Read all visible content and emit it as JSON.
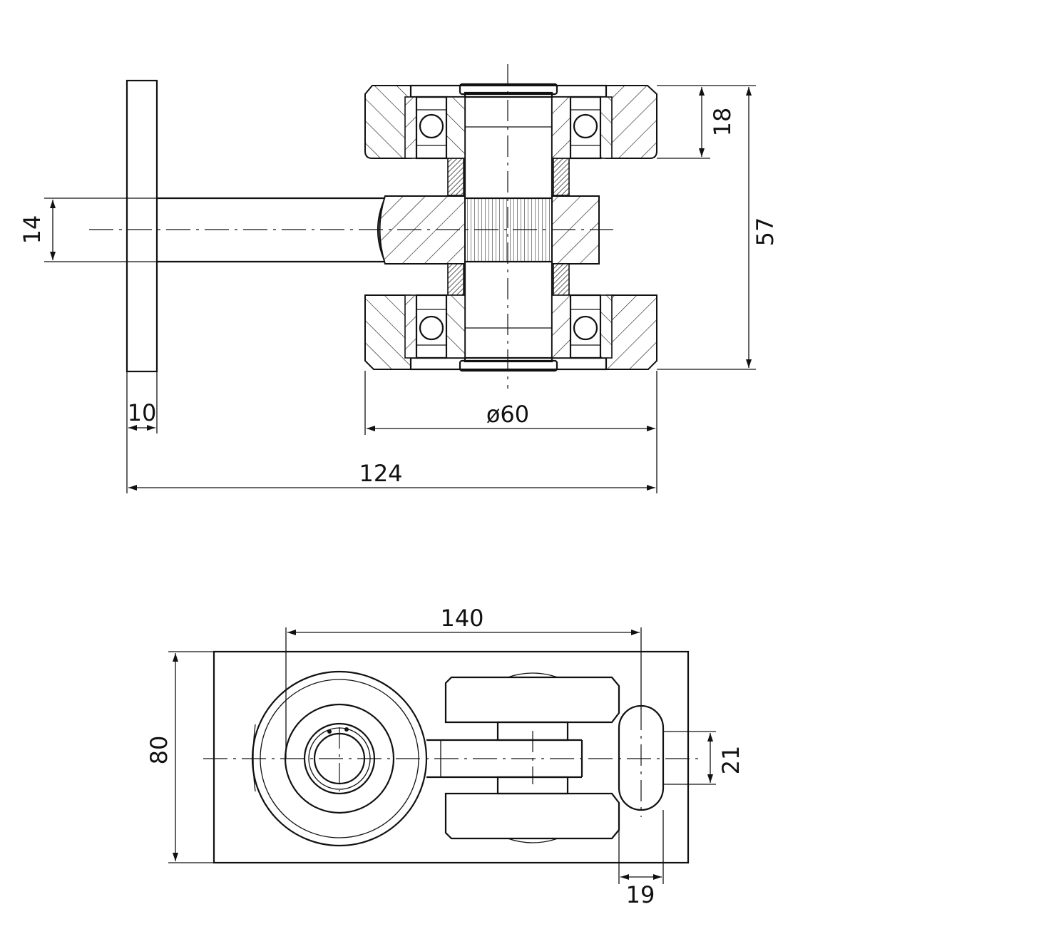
{
  "front_view": {
    "dimensions": {
      "shaft_diameter": "14",
      "flange_thickness": "10",
      "wheel_diameter": "ø60",
      "overall_length": "124",
      "wheel_width": "18",
      "wheel_span": "57"
    }
  },
  "top_view": {
    "dimensions": {
      "plate_length": "140",
      "plate_width": "80",
      "slot_width": "21",
      "slot_length": "19"
    }
  },
  "colors": {
    "line": "#111111",
    "background": "#ffffff"
  }
}
